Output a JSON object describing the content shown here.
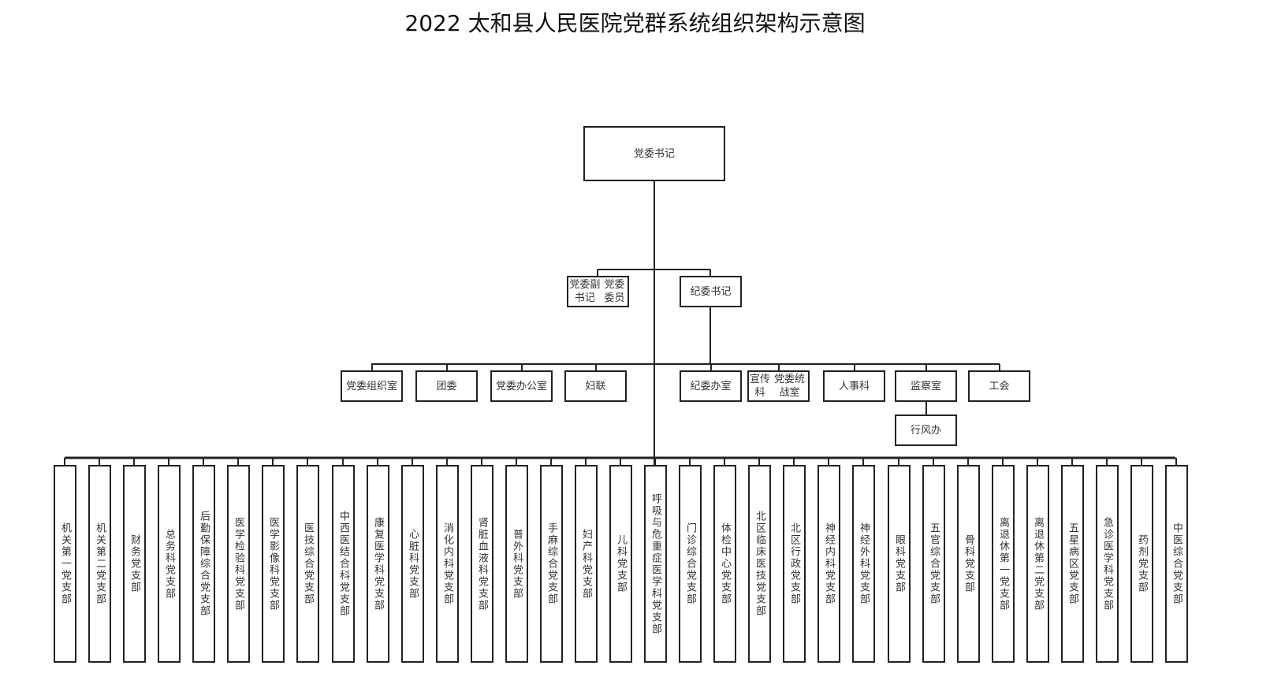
{
  "title": "2022 太和县人民医院党群系统组织架构示意图",
  "root": "党委书记",
  "level2": [
    {
      "lines": [
        "党委副书记",
        "党委委员"
      ]
    },
    {
      "lines": [
        "纪委书记"
      ]
    }
  ],
  "level3": [
    {
      "lines": [
        "党委组织室"
      ]
    },
    {
      "lines": [
        "团委"
      ]
    },
    {
      "lines": [
        "党委办公室"
      ]
    },
    {
      "lines": [
        "妇联"
      ]
    },
    {
      "lines": [
        "纪委办室"
      ]
    },
    {
      "lines": [
        "宣传科",
        "党委统战室"
      ]
    },
    {
      "lines": [
        "人事科"
      ]
    },
    {
      "lines": [
        "监察室"
      ]
    },
    {
      "lines": [
        "工会"
      ]
    }
  ],
  "sub_of_jianchashi": "行风办",
  "branches": [
    "机关第一党支部",
    "机关第二党支部",
    "财务党支部",
    "总务科党支部",
    "后勤保障综合党支部",
    "医学检验科党支部",
    "医学影像科党支部",
    "医技综合党支部",
    "中西医结合科党支部",
    "康复医学科党支部",
    "心脏科党支部",
    "消化内科党支部",
    "肾脏血液科党支部",
    "普外科党支部",
    "手麻综合党支部",
    "妇产科党支部",
    "儿科党支部",
    "呼吸与危重症医学科党支部",
    "门诊综合党支部",
    "体检中心党支部",
    "北区临床医技党支部",
    "北区行政党支部",
    "神经内科党支部",
    "神经外科党支部",
    "眼科党支部",
    "五官综合党支部",
    "骨科党支部",
    "离退休第一党支部",
    "离退休第二党支部",
    "五星病区党支部",
    "急诊医学科党支部",
    "药剂党支部",
    "中医综合党支部"
  ]
}
